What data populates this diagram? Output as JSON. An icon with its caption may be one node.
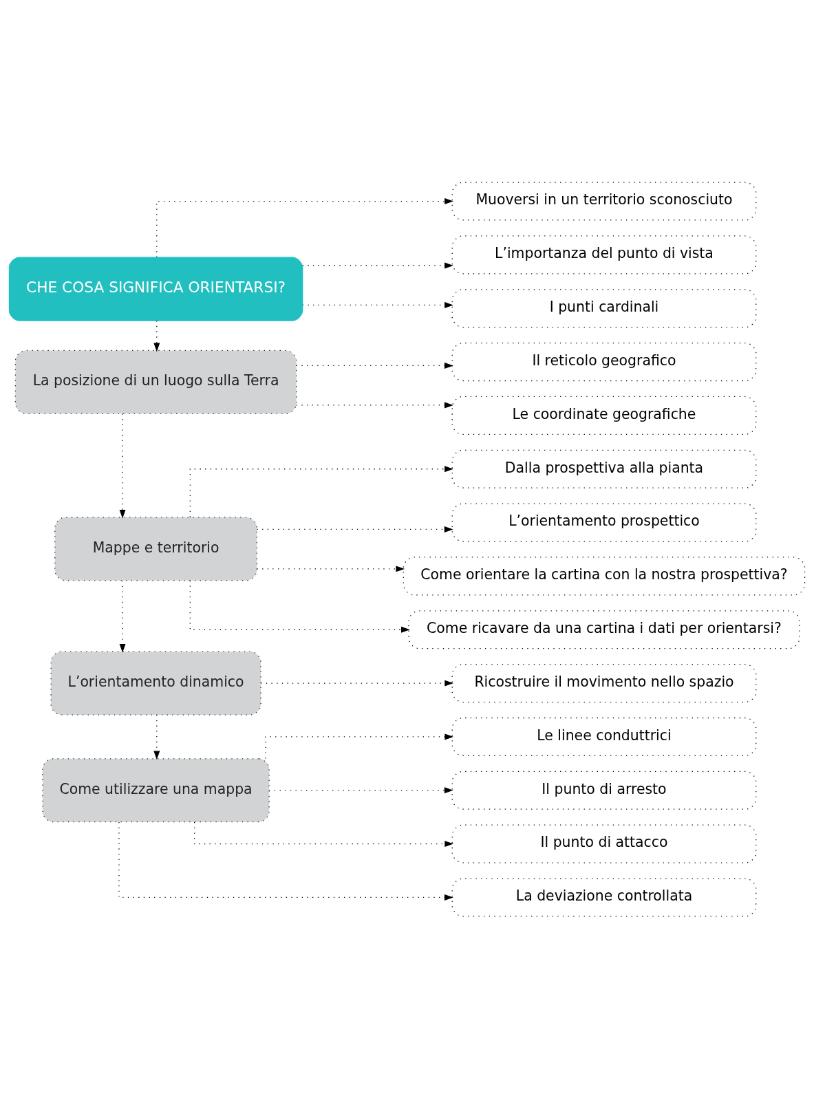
{
  "diagram": {
    "nodes": [
      {
        "text": [
          "CHE COSA SIGNIFICA ORIENTARSI?"
        ]
      },
      {
        "text": [
          "Muoversi in un territorio sconosciuto"
        ]
      },
      {
        "text": [
          "L’importanza del punto di vista"
        ]
      },
      {
        "text": [
          "I punti cardinali"
        ]
      },
      {
        "text": [
          "La posizione di un luogo sulla Terra"
        ]
      },
      {
        "text": [
          "Il reticolo geografico"
        ]
      },
      {
        "text": [
          "Le coordinate geografiche"
        ]
      },
      {
        "text": [
          "Mappe e territorio"
        ]
      },
      {
        "text": [
          "Dalla prospettiva alla pianta"
        ]
      },
      {
        "text": [
          "L’orientamento prospettico"
        ]
      },
      {
        "text": [
          "Come orientare la cartina con la nostra prospettiva?"
        ]
      },
      {
        "text": [
          "Come ricavare da una cartina i dati per orientarsi?"
        ]
      },
      {
        "text": [
          "L’orientamento dinamico"
        ]
      },
      {
        "text": [
          "Ricostruire il movimento nello spazio"
        ]
      },
      {
        "text": [
          "Come utilizzare una mappa"
        ]
      },
      {
        "text": [
          "Le linee conduttrici"
        ]
      },
      {
        "text": [
          "Il punto di arresto"
        ]
      },
      {
        "text": [
          "Il punto di attacco"
        ]
      },
      {
        "text": [
          "La deviazione controllata"
        ]
      }
    ],
    "edges": [
      {
        "from": 0,
        "to": 1,
        "arrow": "to"
      },
      {
        "from": 0,
        "to": 2,
        "arrow": "to"
      },
      {
        "from": 0,
        "to": 3,
        "arrow": "to"
      },
      {
        "from": 0,
        "to": 4,
        "arrow": "to"
      },
      {
        "from": 4,
        "to": 5,
        "arrow": "to"
      },
      {
        "from": 4,
        "to": 6,
        "arrow": "to"
      },
      {
        "from": 4,
        "to": 7,
        "arrow": "to"
      },
      {
        "from": 7,
        "to": 8,
        "arrow": "to"
      },
      {
        "from": 7,
        "to": 9,
        "arrow": "to"
      },
      {
        "from": 7,
        "to": 10,
        "arrow": "to"
      },
      {
        "from": 7,
        "to": 11,
        "arrow": "to"
      },
      {
        "from": 7,
        "to": 12,
        "arrow": "to"
      },
      {
        "from": 12,
        "to": 13,
        "arrow": "to"
      },
      {
        "from": 12,
        "to": 14,
        "arrow": "to"
      },
      {
        "from": 14,
        "to": 15,
        "arrow": "to"
      },
      {
        "from": 14,
        "to": 16,
        "arrow": "to"
      },
      {
        "from": 14,
        "to": 17,
        "arrow": "to"
      },
      {
        "from": 14,
        "to": 18,
        "arrow": "to"
      }
    ]
  }
}
